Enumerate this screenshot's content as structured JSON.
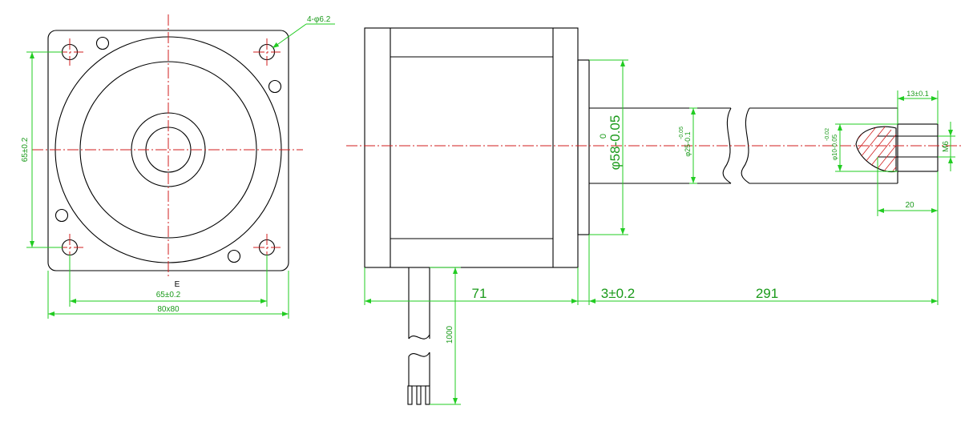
{
  "labels": {
    "hole_callout": "4-φ6.2",
    "bolt_spacing_vertical": "65±0.2",
    "bolt_spacing_horizontal": "65±0.2",
    "flange_size": "80x80",
    "view_marker": "E",
    "pilot_diameter": "φ58-0.05",
    "pilot_tol_upper": "0",
    "shaft_diameter": "φ25-0.1",
    "shaft_tol_upper": "-0.05",
    "tail_diameter": "φ10-0.05",
    "tail_tol": "-0.02",
    "thread_size": "M6",
    "tail_length": "13±0.1",
    "tap_depth": "20",
    "body_length": "71",
    "pilot_height": "3±0.2",
    "shaft_length": "291",
    "lead_length": "1000"
  },
  "colors": {
    "outline": "#000000",
    "dimension": "#22cc22",
    "centerline": "#d21e1e"
  }
}
